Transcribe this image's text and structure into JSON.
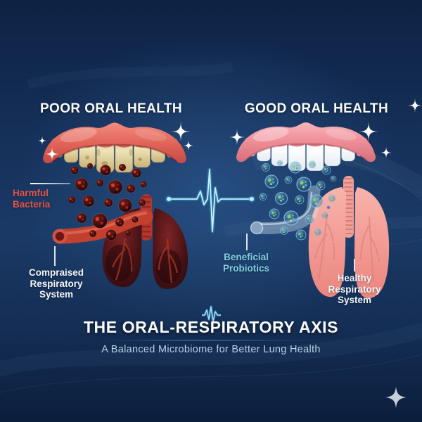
{
  "colors": {
    "background_navy": "#14305a",
    "accent_cyan": "#6fd2f2",
    "harmful_red": "#e4564d",
    "probiotic_cyan": "#82cfe0",
    "text_white": "#f7fafd",
    "subtitle_blue": "#b9cfe7",
    "sparkle_gray": "#c7cfd9"
  },
  "left_section": {
    "title": "POOR ORAL HEALTH",
    "bacteria_label": "Harmful\nBacteria",
    "system_label": "Compraised\nRespiratory\nSystem"
  },
  "right_section": {
    "title": "GOOD ORAL HEALTH",
    "probiotics_label": "Beneficial\nProbiotics",
    "system_label": "Healthy\nRespiratory\nSystem"
  },
  "footer": {
    "heading": "THE ORAL-RESPIRATORY AXIS",
    "subtitle": "A Balanced Microbiome for Better Lung Health"
  },
  "icons": {
    "heartbeat": "ekg-heartbeat-line",
    "sparkle": "four-point-sparkle"
  }
}
